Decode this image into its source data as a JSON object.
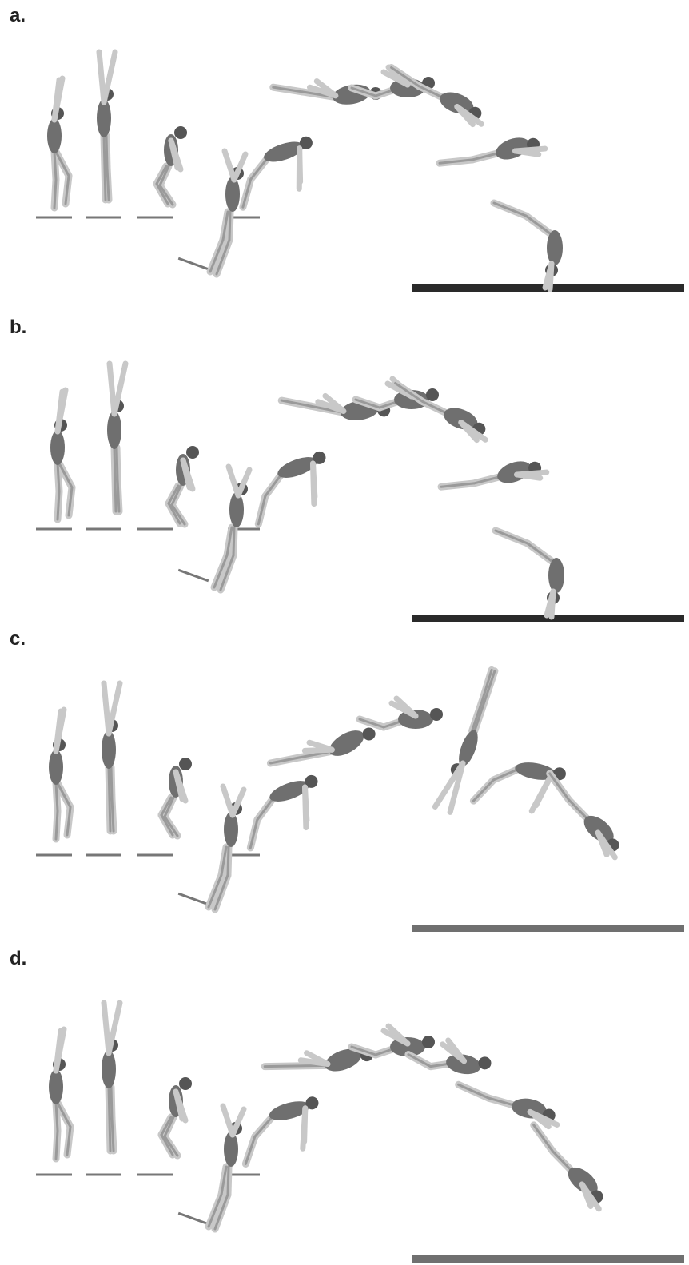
{
  "panels": [
    {
      "label": "a.",
      "runway_color": "#2a2a2a",
      "body_color": "#6f6f6f",
      "limb_color": "#c8c8c8"
    },
    {
      "label": "b.",
      "runway_color": "#2a2a2a",
      "body_color": "#6f6f6f",
      "limb_color": "#c8c8c8"
    },
    {
      "label": "c.",
      "runway_color": "#707070",
      "body_color": "#6f6f6f",
      "limb_color": "#c8c8c8"
    },
    {
      "label": "d.",
      "runway_color": "#707070",
      "body_color": "#6f6f6f",
      "limb_color": "#c8c8c8"
    }
  ]
}
